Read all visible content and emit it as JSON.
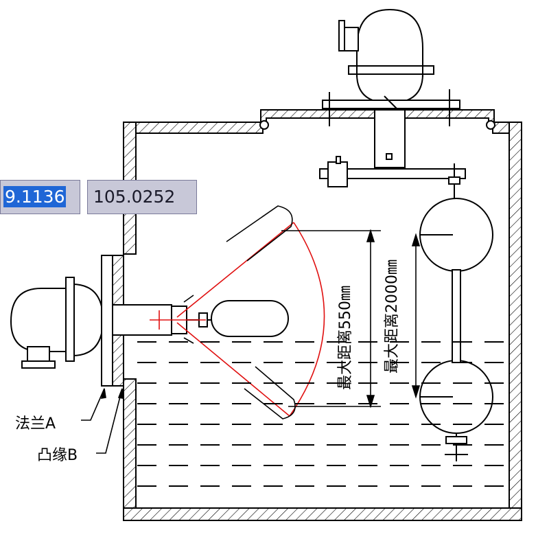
{
  "inputs": {
    "x_value": "9.1136",
    "y_value": "105.0252"
  },
  "labels": {
    "flange_a": "法兰A",
    "boss_b": "凸缘B",
    "dist_small": "最大距离550㎜",
    "dist_large": "最大距离2000㎜"
  },
  "colors": {
    "line": "#000000",
    "accent": "#e01010",
    "input_bg": "#c8c8d8",
    "selection": "#1f66d6"
  }
}
